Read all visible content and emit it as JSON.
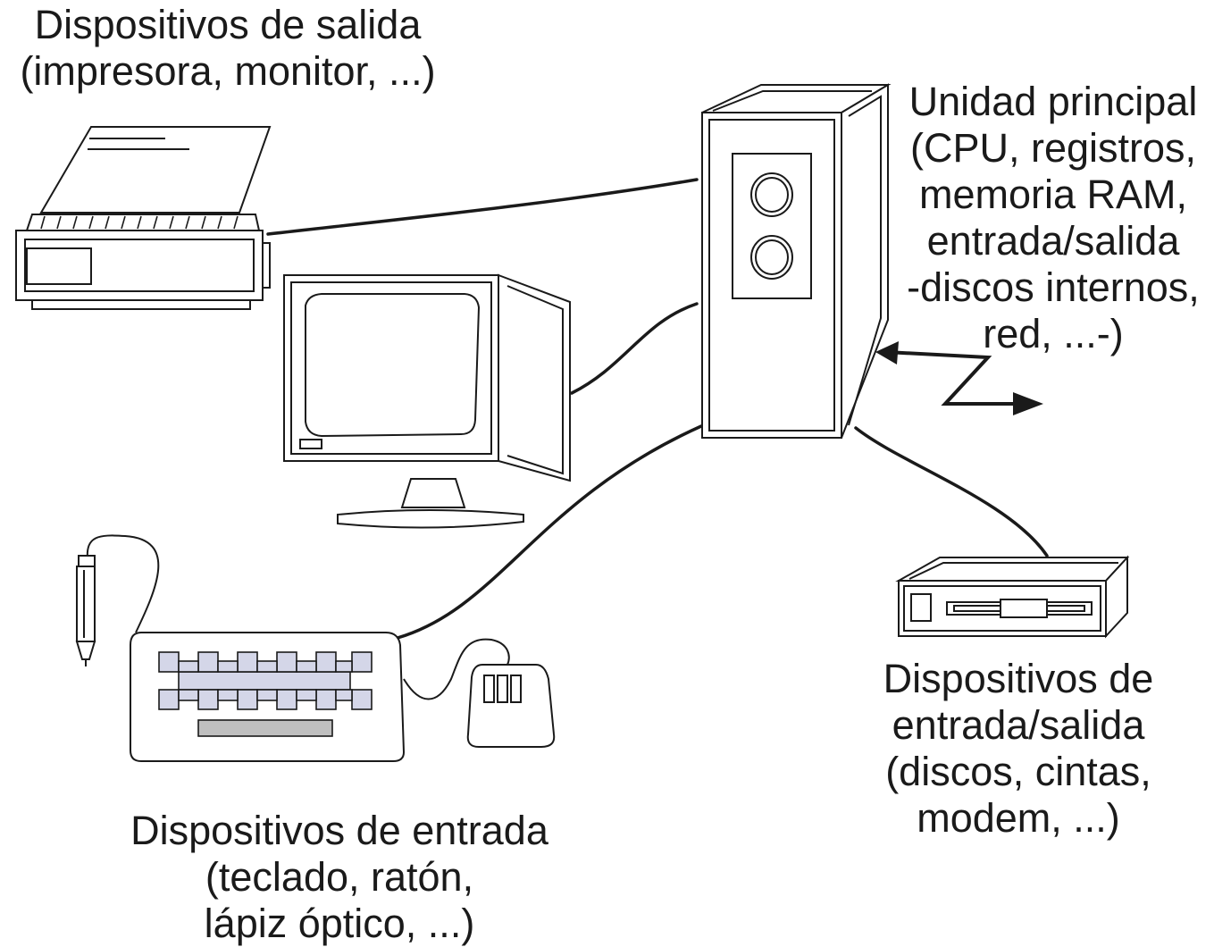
{
  "labels": {
    "output_devices": {
      "line1": "Dispositivos de salida",
      "line2": "(impresora, monitor, ...)"
    },
    "main_unit": {
      "line1": "Unidad principal",
      "line2": "(CPU, registros,",
      "line3": "memoria RAM,",
      "line4": "entrada/salida",
      "line5": "-discos internos,",
      "line6": "red, ...-)"
    },
    "io_devices": {
      "line1": "Dispositivos de",
      "line2": "entrada/salida",
      "line3": "(discos, cintas,",
      "line4": "modem, ...)"
    },
    "input_devices": {
      "line1": "Dispositivos de entrada",
      "line2": "(teclado, ratón,",
      "line3": "lápiz óptico, ...)"
    }
  },
  "icons": [
    "printer-icon",
    "monitor-icon",
    "tower-cpu-icon",
    "drive-icon",
    "keyboard-icon",
    "mouse-icon",
    "light-pen-icon",
    "network-arrow-icon"
  ],
  "colors": {
    "stroke": "#1a1a1a",
    "key_fill": "#d4d6e8",
    "spacebar_fill": "#bfbfbf"
  }
}
